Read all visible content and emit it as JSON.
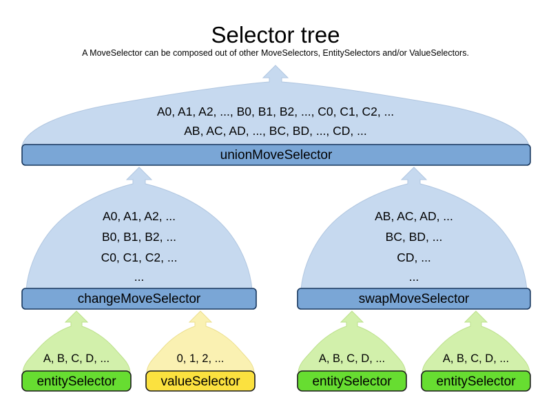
{
  "header": {
    "title": "Selector tree",
    "subtitle": "A MoveSelector can be composed out of other MoveSelectors, EntitySelectors and/or ValueSelectors."
  },
  "colors": {
    "balloon_blue_fill": "#c6d9ef",
    "balloon_blue_stroke": "#b0c6e0",
    "bar_blue_fill": "#7aa6d6",
    "bar_blue_stroke": "#17365d",
    "balloon_green_fill": "#d2f0ab",
    "balloon_green_stroke": "#bce08c",
    "bar_green_fill": "#67dd31",
    "bar_green_stroke": "#1a1a1a",
    "balloon_yellow_fill": "#faf1b2",
    "balloon_yellow_stroke": "#ecdf8e",
    "bar_yellow_fill": "#fbe13f",
    "bar_yellow_stroke": "#1a1a1a",
    "text": "#000000",
    "background": "#ffffff"
  },
  "nodes": {
    "union": {
      "label": "unionMoveSelector",
      "content": [
        "A0, A1, A2, ..., B0, B1, B2, ..., C0, C1, C2, ...",
        "AB, AC, AD, ..., BC, BD, ..., CD, ..."
      ]
    },
    "change": {
      "label": "changeMoveSelector",
      "content": [
        "A0, A1, A2, ...",
        "B0, B1, B2, ...",
        "C0, C1, C2, ...",
        "..."
      ]
    },
    "swap": {
      "label": "swapMoveSelector",
      "content": [
        "AB, AC, AD, ...",
        "BC, BD, ...",
        "CD, ...",
        "..."
      ]
    },
    "entity1": {
      "label": "entitySelector",
      "content": [
        "A, B, C, D, ..."
      ]
    },
    "value1": {
      "label": "valueSelector",
      "content": [
        "0, 1, 2, ..."
      ]
    },
    "entity2": {
      "label": "entitySelector",
      "content": [
        "A, B, C, D, ..."
      ]
    },
    "entity3": {
      "label": "entitySelector",
      "content": [
        "A, B, C, D, ..."
      ]
    }
  }
}
